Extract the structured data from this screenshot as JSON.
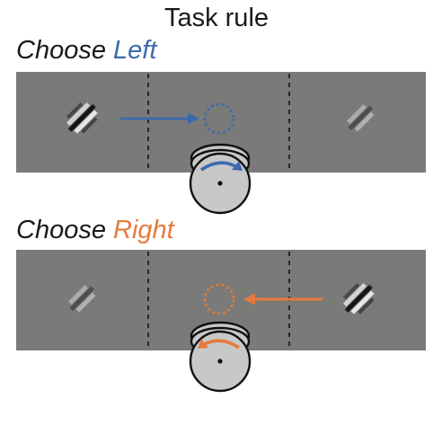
{
  "title": "Task rule",
  "colors": {
    "left": "#3d6aac",
    "right": "#e57a3c",
    "screen": "#7a7a78",
    "wheel": "#c8c8c8"
  },
  "rules": [
    {
      "prefix": "Choose ",
      "word": "Left",
      "arrow_direction": "left-to-center",
      "wheel_turn": "clockwise"
    },
    {
      "prefix": "Choose ",
      "word": "Right",
      "arrow_direction": "right-to-center",
      "wheel_turn": "counterclockwise"
    }
  ]
}
